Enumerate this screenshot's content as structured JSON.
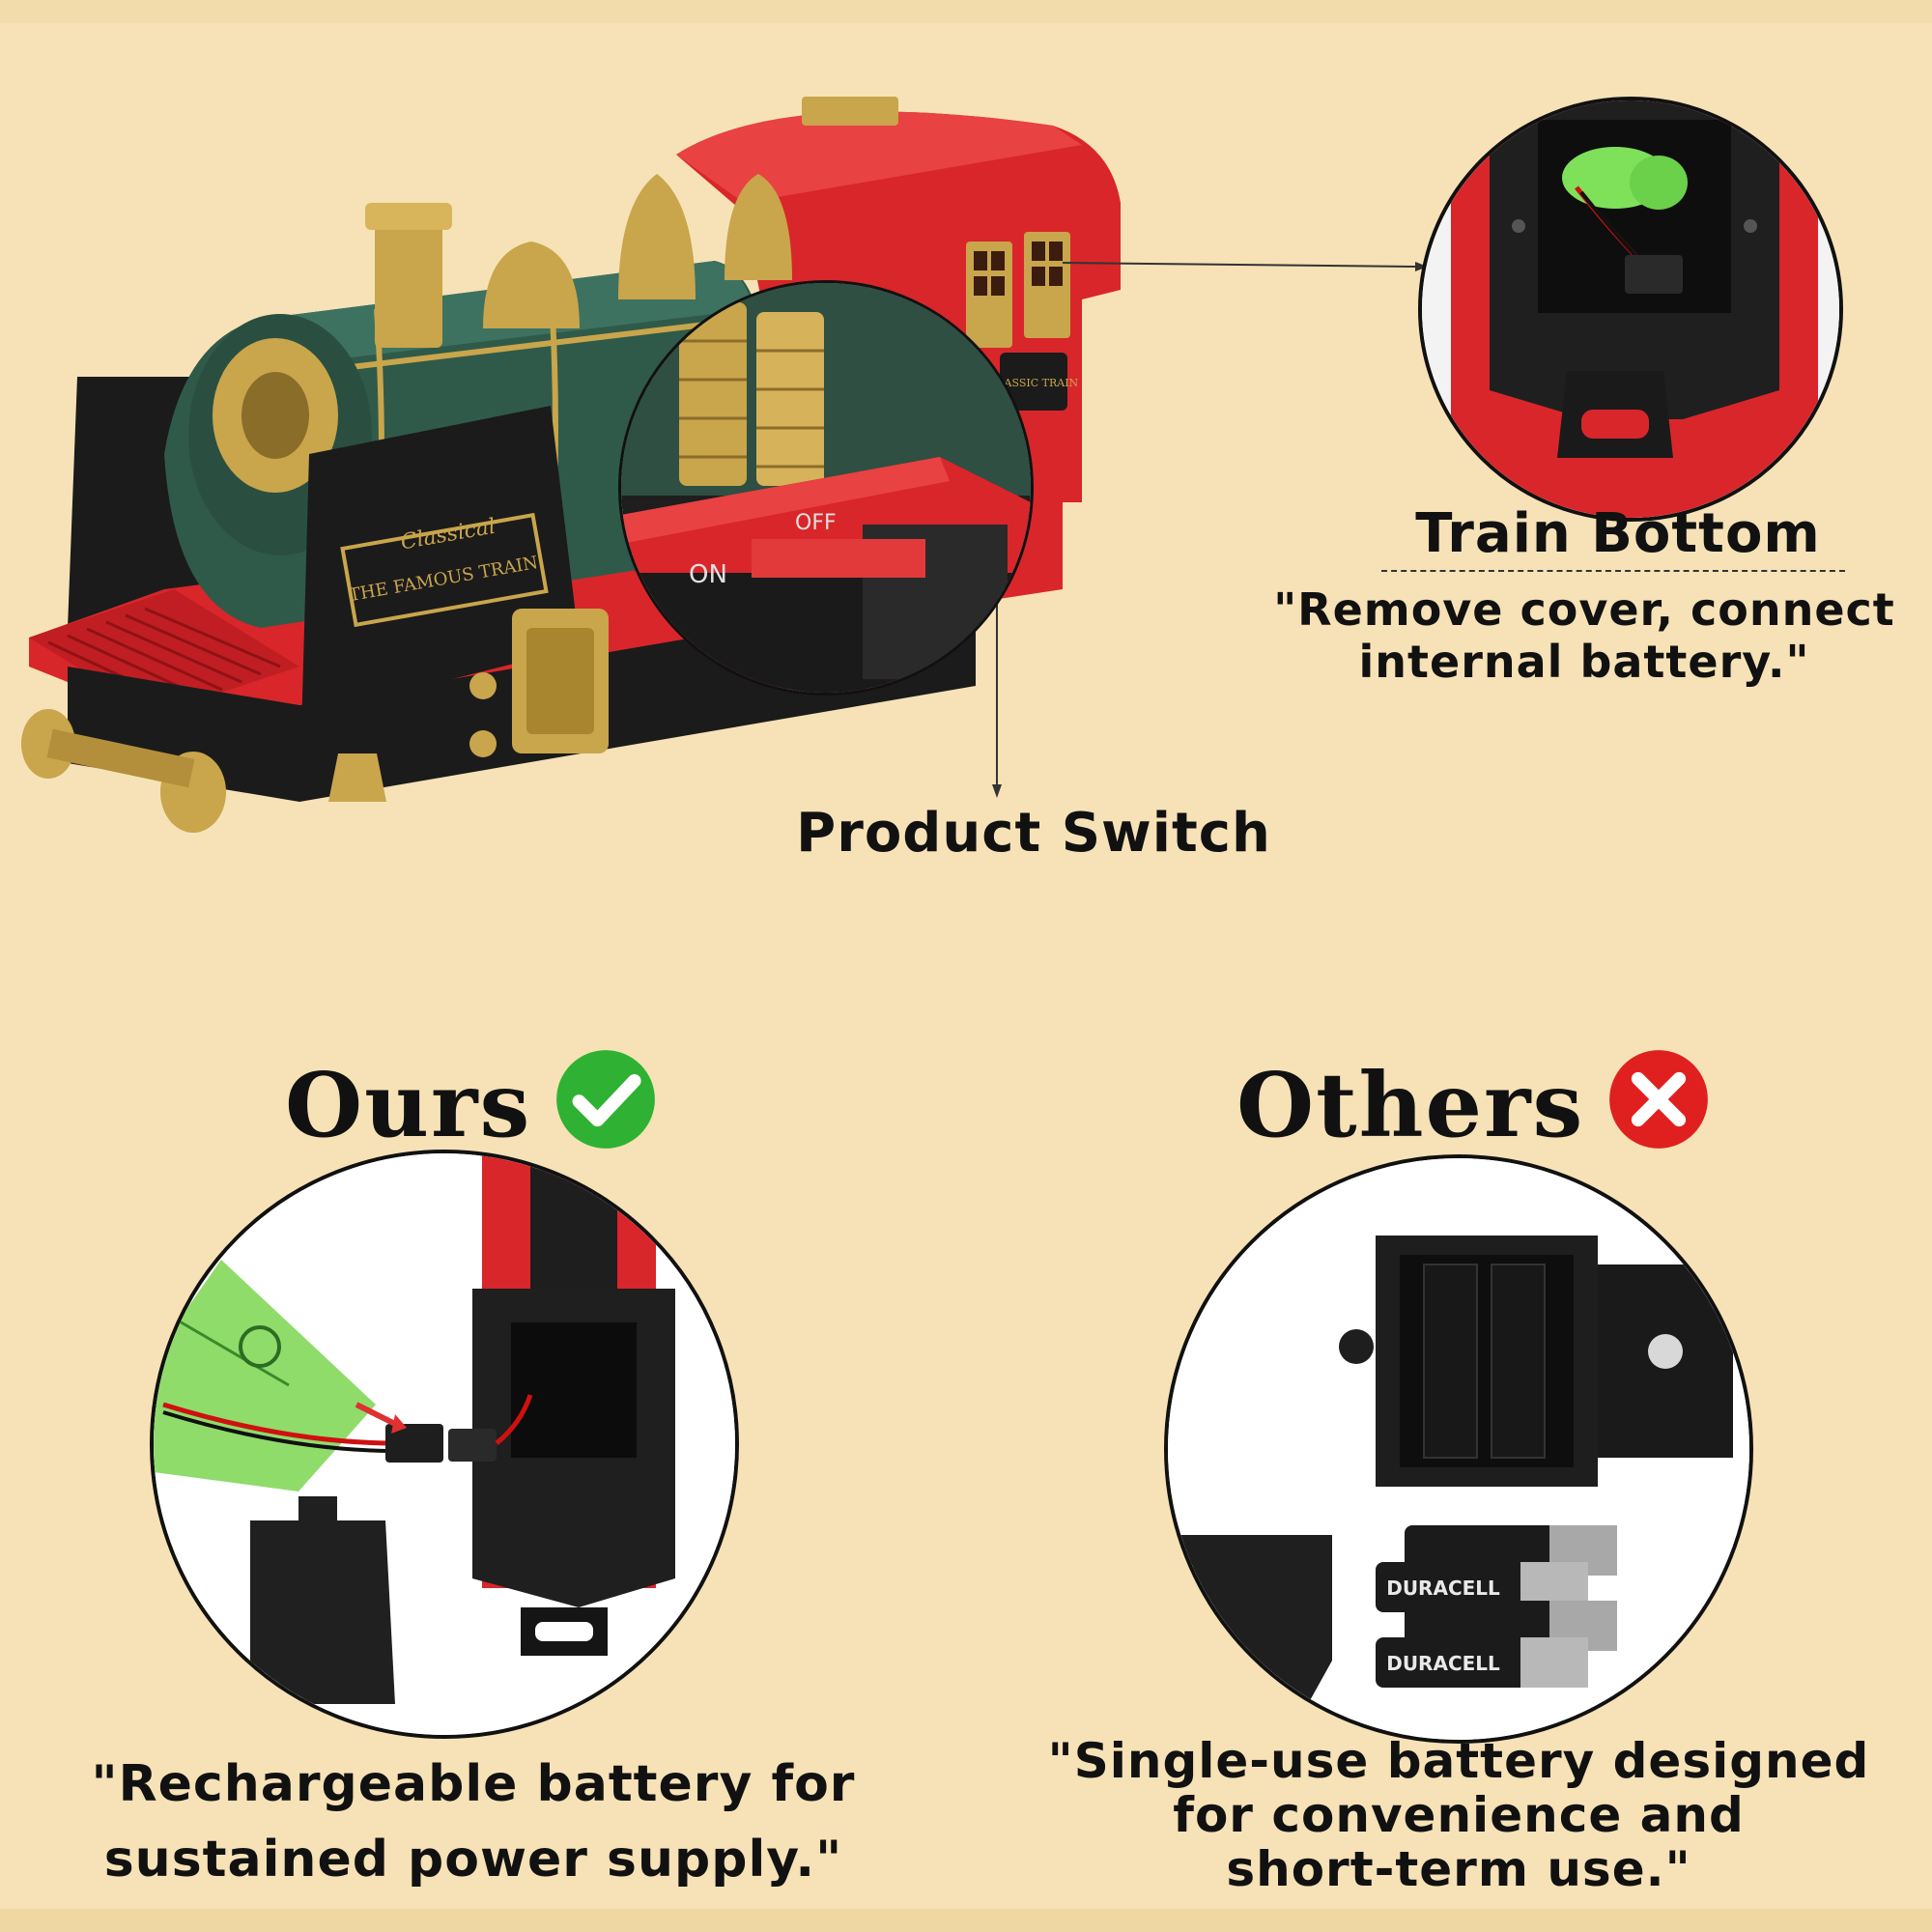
{
  "callouts": {
    "train_bottom": {
      "title": "Train Bottom",
      "description": "\"Remove cover, connect internal battery.\""
    },
    "product_switch": {
      "title": "Product Switch",
      "switch_on": "ON",
      "switch_off": "OFF"
    }
  },
  "train": {
    "plate_script": "Classical",
    "plate_title": "THE FAMOUS TRAIN",
    "cab_sign": "CLASSIC TRAIN"
  },
  "comparison": {
    "ours": {
      "heading": "Ours",
      "badge_icon": "green-check-icon",
      "caption_line1": "\"Rechargeable battery for",
      "caption_line2": "sustained power supply.\""
    },
    "others": {
      "heading": "Others",
      "badge_icon": "red-x-icon",
      "caption_line1": "\"Single-use battery designed",
      "caption_line2": "for convenience and",
      "caption_line3": "short-term use.\"",
      "battery_brand": "DURACELL"
    }
  },
  "colors": {
    "background": "#f6e2b6",
    "train_red": "#d9262a",
    "train_green": "#2f5a4a",
    "brass": "#c9a54c",
    "check_green": "#2fb233",
    "x_red": "#e0201f"
  }
}
